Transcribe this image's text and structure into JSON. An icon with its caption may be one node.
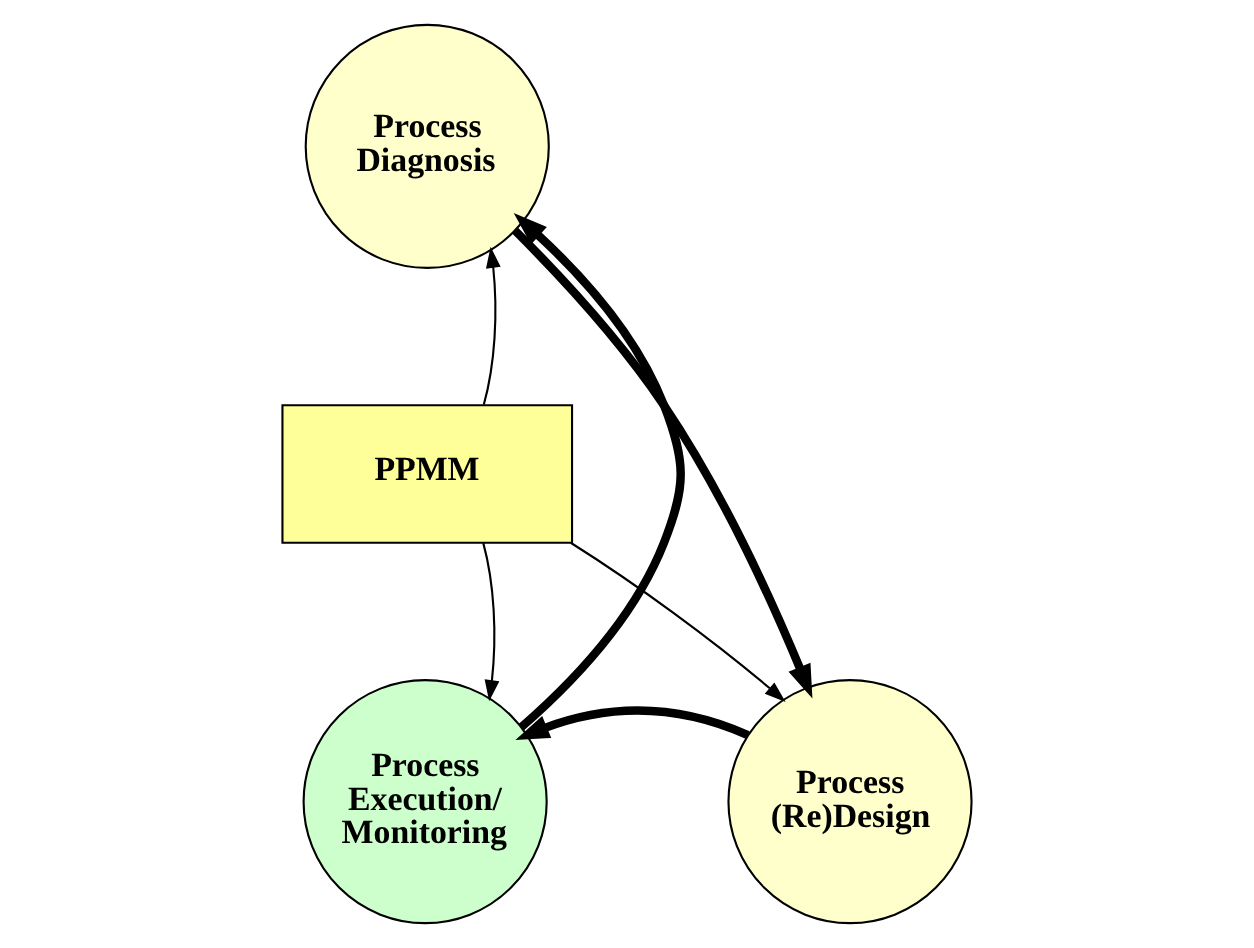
{
  "diagram": {
    "nodes": [
      {
        "text": [
          "Process Diagnosis"
        ]
      },
      {
        "text": [
          "PPMM"
        ]
      },
      {
        "text": [
          "Process Execution/ Monitoring"
        ]
      },
      {
        "text": [
          "Process (Re)Design"
        ]
      }
    ],
    "edges": [
      {
        "from": 2,
        "to": 0,
        "arrow": "to",
        "style": "thick"
      },
      {
        "from": 0,
        "to": 3,
        "arrow": "to",
        "style": "thick"
      },
      {
        "from": 3,
        "to": 2,
        "arrow": "to",
        "style": "thick"
      },
      {
        "from": 1,
        "to": 0,
        "arrow": "to"
      },
      {
        "from": 1,
        "to": 2,
        "arrow": "to"
      },
      {
        "from": 1,
        "to": 3,
        "arrow": "to"
      }
    ]
  }
}
